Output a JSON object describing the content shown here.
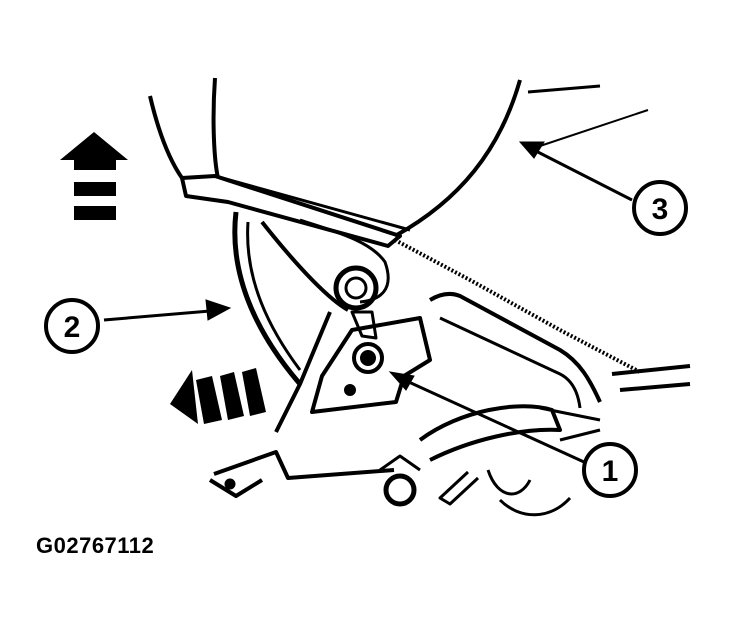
{
  "figure": {
    "id_label": "G02767112"
  },
  "callouts": [
    {
      "number": "1",
      "target": "bolt"
    },
    {
      "number": "2",
      "target": "lamp-assembly-edge"
    },
    {
      "number": "3",
      "target": "bumper-cover-edge"
    }
  ],
  "direction_arrows": [
    {
      "icon": "up-arrow-icon",
      "direction": "up"
    },
    {
      "icon": "left-arrow-icon",
      "direction": "left"
    }
  ],
  "colors": {
    "ink": "#000000",
    "paper": "#ffffff"
  }
}
